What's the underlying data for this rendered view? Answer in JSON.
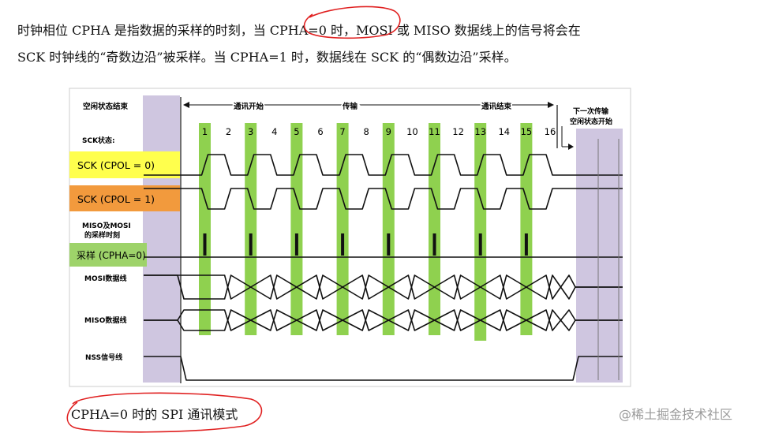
{
  "paragraph": {
    "line1": "时钟相位 CPHA 是指数据的采样的时刻，当 CPHA=0 时，MOSI 或 MISO 数据线上的信号将会在",
    "line2": "SCK 时钟线的“奇数边沿”被采样。当 CPHA=1 时，数据线在 SCK 的“偶数边沿”采样。"
  },
  "diagram": {
    "header": {
      "idle_end": "空闲状态结束",
      "comm_start": "通讯开始",
      "transfer": "传输",
      "comm_end": "通讯结束",
      "next_idle_line1": "下一次传输",
      "next_idle_line2": "空闲状态开始"
    },
    "clock_numbers": [
      "1",
      "2",
      "3",
      "4",
      "5",
      "6",
      "7",
      "8",
      "9",
      "10",
      "11",
      "12",
      "13",
      "14",
      "15",
      "16"
    ],
    "rows": {
      "sck_state": "SCK状态:",
      "sck_cpol0": "SCK (CPOL = 0)",
      "sck_cpol1": "SCK (CPOL = 1)",
      "sample_line1": "MISO及MOSI",
      "sample_line2": "的采样时刻",
      "sample_cpha": "采样 (CPHA=0)",
      "mosi": "MOSI数据线",
      "miso": "MISO数据线",
      "nss": "NSS信号线"
    },
    "colors": {
      "highlight_green": "#8fd14f",
      "idle_purple": "#cfc6e0",
      "cpol0_yellow": "#ffff4d",
      "cpol1_orange": "#f29a3d",
      "cpha_green": "#9ed36a",
      "red_annotation": "#e02020"
    }
  },
  "caption": "CPHA=0 时的 SPI 通讯模式",
  "watermark": "@稀土掘金技术社区"
}
